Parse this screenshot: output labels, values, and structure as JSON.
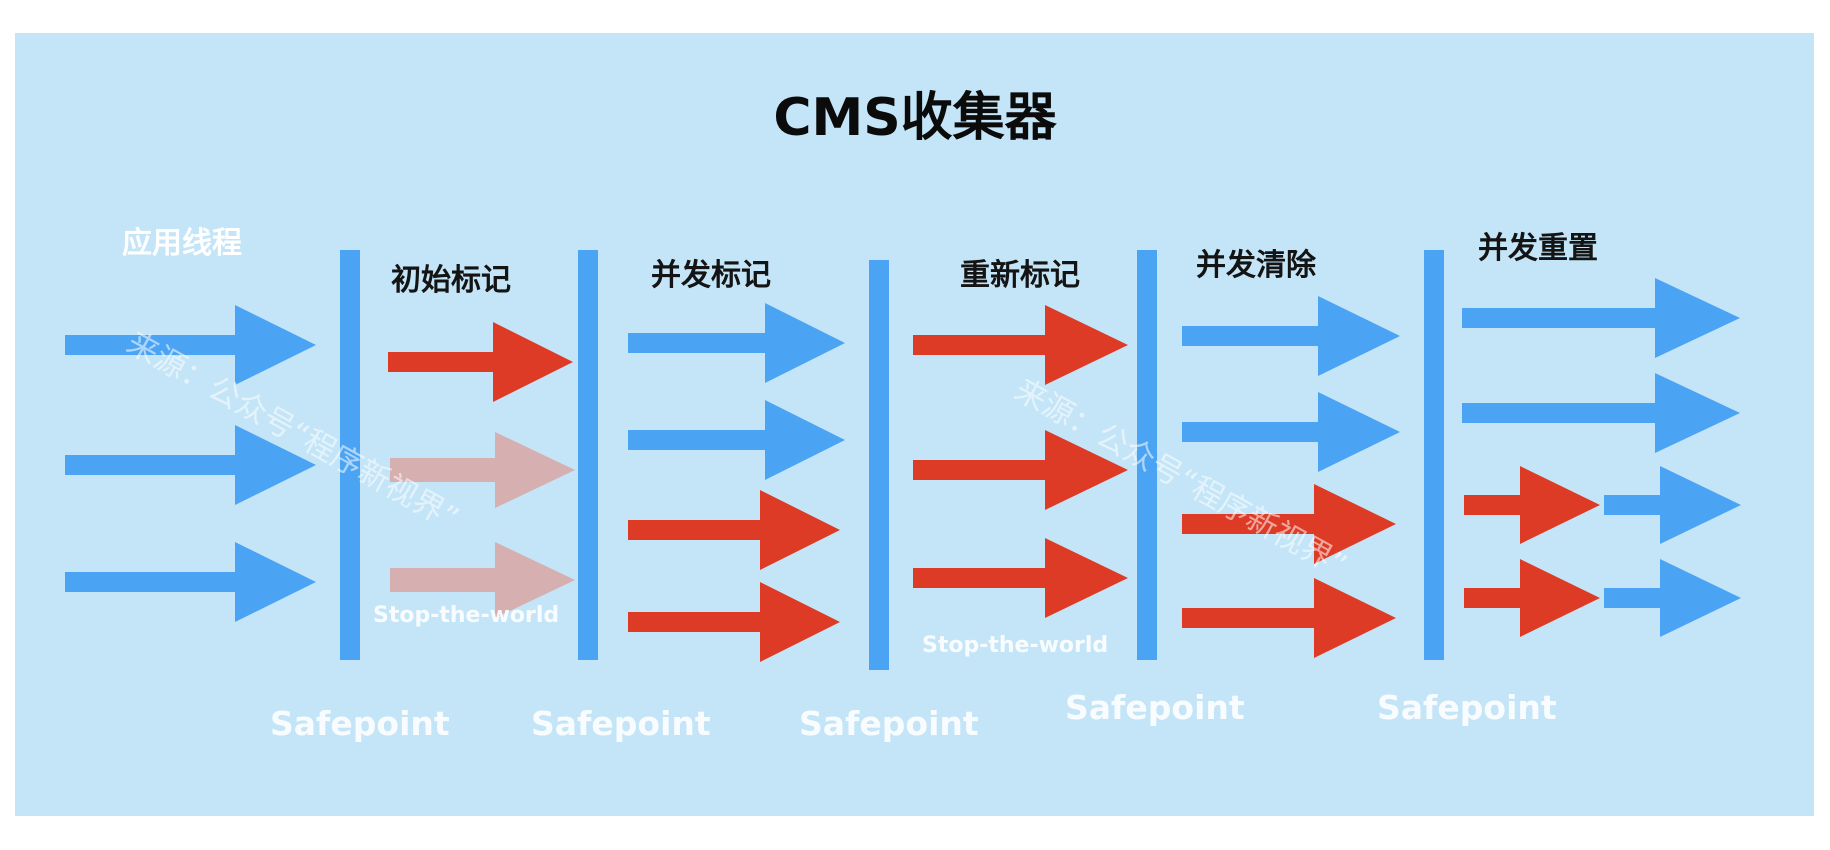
{
  "title": "CMS收集器",
  "phases": {
    "app_threads": "应用线程",
    "initial_mark": "初始标记",
    "concurrent_mark": "并发标记",
    "remark": "重新标记",
    "concurrent_sweep": "并发清除",
    "concurrent_reset": "并发重置"
  },
  "stop_the_world": [
    "Stop-the-world",
    "Stop-the-world"
  ],
  "safepoint_label": "Safepoint",
  "watermark": "来源：公众号“程序新视界”",
  "colors": {
    "panel": "#c3e5f7",
    "app_thread_arrow": "#4aa3f3",
    "gc_thread_arrow": "#dd3b26",
    "paused_app_arrow": "#d8a8a9",
    "safepoint_line": "#4aa3f3"
  }
}
